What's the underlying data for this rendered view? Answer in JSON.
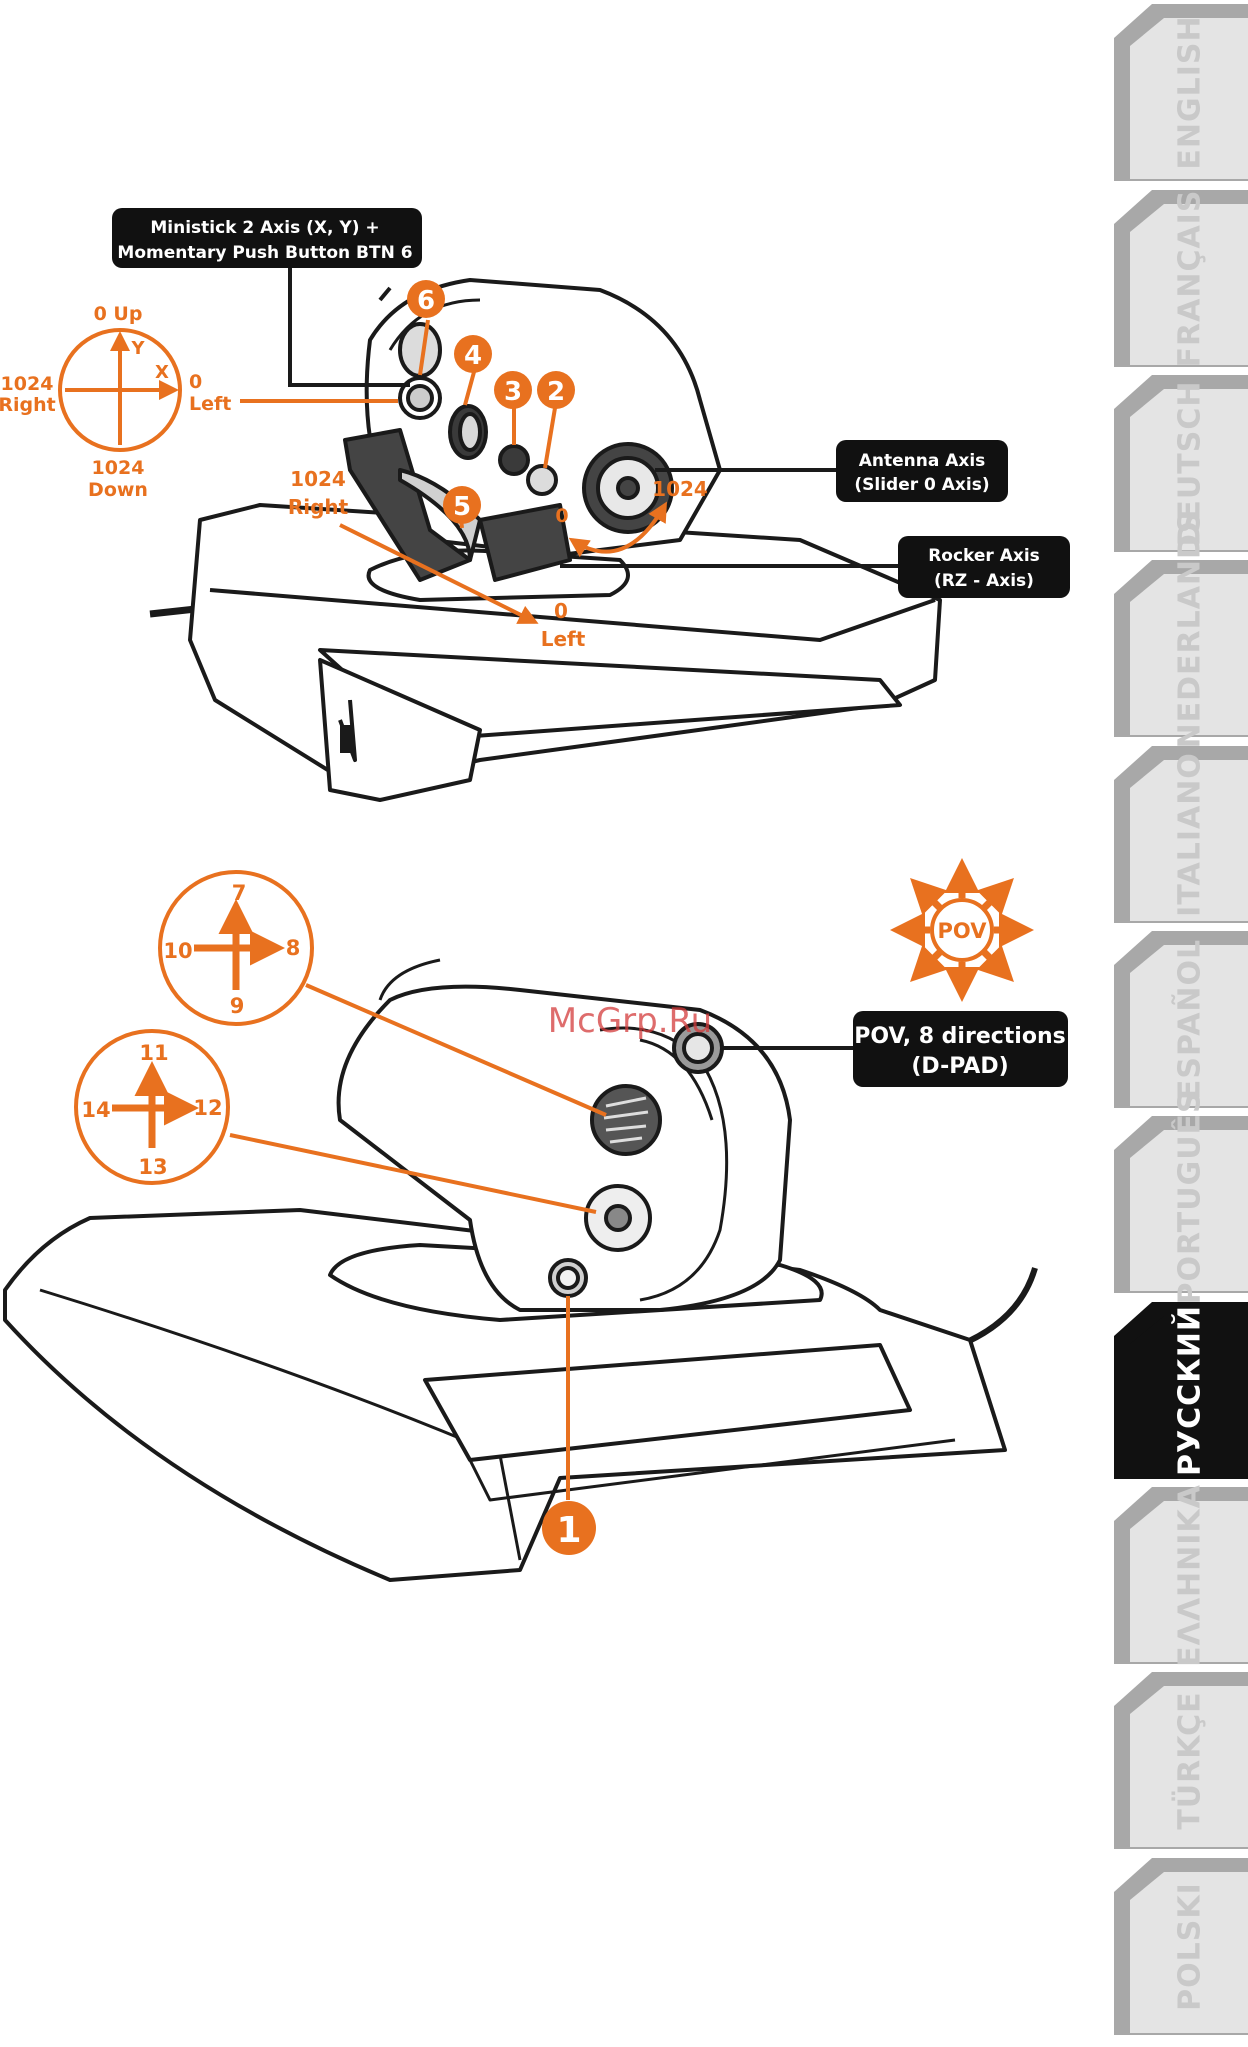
{
  "top_diagram": {
    "ministick_callout": [
      "Ministick 2 Axis (X, Y) +",
      "Momentary Push Button BTN 6"
    ],
    "axis_cross": {
      "up": "0 Up",
      "down_value": "1024",
      "down": "Down",
      "right_value": "1024",
      "right": "Right",
      "left_value": "0",
      "left": "Left",
      "y": "Y",
      "x": "X"
    },
    "slider_range": {
      "right_value": "1024",
      "right": "Right",
      "left_value": "0",
      "left": "Left"
    },
    "antenna_range": {
      "min": "0",
      "max": "1024"
    },
    "badges": [
      "6",
      "4",
      "3",
      "2",
      "5"
    ],
    "antenna_callout": [
      "Antenna Axis",
      "(Slider 0 Axis)"
    ],
    "rocker_callout": [
      "Rocker Axis",
      "(RZ - Axis)"
    ]
  },
  "bottom_diagram": {
    "hat_upper": {
      "up": "7",
      "right": "8",
      "down": "9",
      "left": "10"
    },
    "hat_lower": {
      "up": "11",
      "right": "12",
      "down": "13",
      "left": "14"
    },
    "pov_badge": "POV",
    "pov_callout": [
      "POV, 8 directions",
      "(D-PAD)"
    ],
    "badge": "1",
    "watermark": "McGrp.Ru"
  },
  "colors": {
    "accent": "#e8711f",
    "callout_bg": "#111111",
    "tab_bg": "#e4e4e4",
    "tab_active_bg": "#111111"
  },
  "language_tabs": [
    {
      "label": "ENGLISH",
      "active": false
    },
    {
      "label": "FRANÇAIS",
      "active": false
    },
    {
      "label": "DEUTSCH",
      "active": false
    },
    {
      "label": "NEDERLANDS",
      "active": false
    },
    {
      "label": "ITALIANO",
      "active": false
    },
    {
      "label": "ESPAÑOL",
      "active": false
    },
    {
      "label": "PORTUGUÊS",
      "active": false
    },
    {
      "label": "РУССКИЙ",
      "active": true
    },
    {
      "label": "ΕΛΛΗΝΙΚΑ",
      "active": false
    },
    {
      "label": "TÜRKÇE",
      "active": false
    },
    {
      "label": "POLSKI",
      "active": false
    }
  ]
}
